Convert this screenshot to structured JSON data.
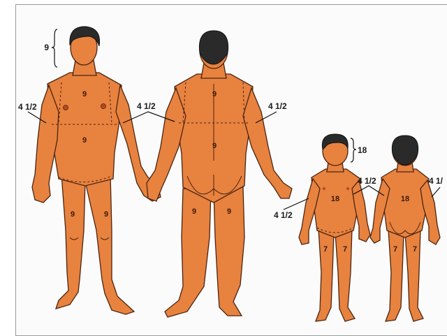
{
  "colors": {
    "skin": "#e8823f",
    "outline": "#4a2410",
    "hair": "#2a2a2a",
    "background": "#fbfbfb"
  },
  "adult_front": {
    "head_label": "9",
    "chest_label": "9",
    "abdomen_label": "9",
    "left_arm_label": "4 1/2",
    "left_leg_label": "9",
    "right_leg_label": "9"
  },
  "adult_shared": {
    "arms_label": "4 1/2"
  },
  "adult_back": {
    "upper_back_label": "9",
    "lower_back_label": "9",
    "arm_label": "4 1/2",
    "left_leg_label": "9",
    "right_leg_label": "9"
  },
  "child_front": {
    "head_label": "18",
    "trunk_label": "18",
    "arm_label": "4 1/2",
    "left_leg_label": "7",
    "right_leg_label": "7"
  },
  "child_shared": {
    "arms_label": "4 1/2"
  },
  "child_back": {
    "trunk_label": "18",
    "arm_label": "4 1/",
    "left_leg_label": "7",
    "right_leg_label": "7"
  }
}
